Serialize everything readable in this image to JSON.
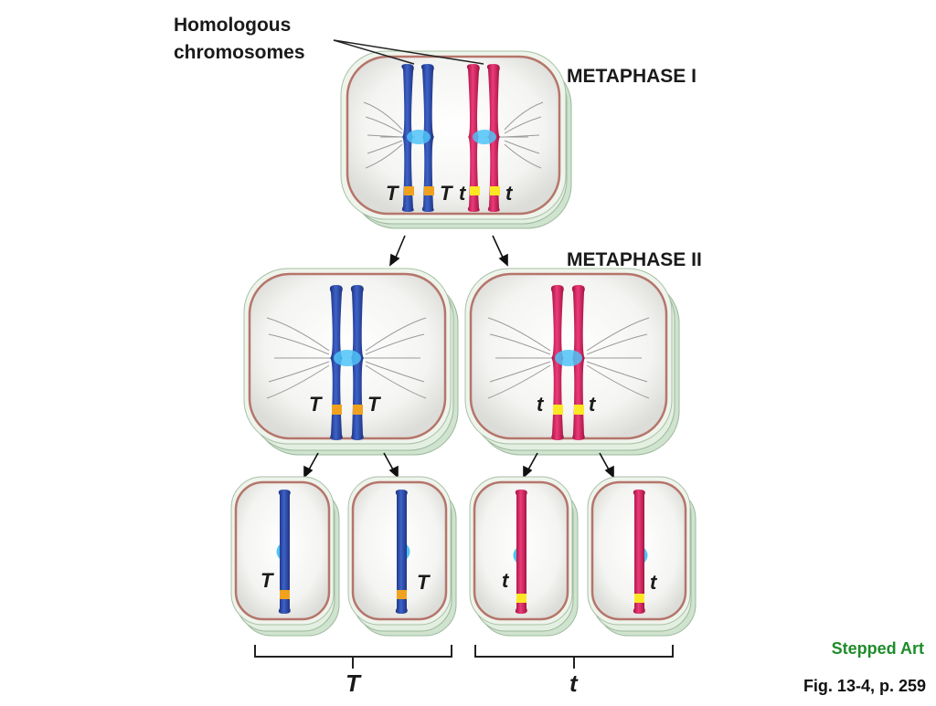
{
  "labels": {
    "homologous_line1": "Homologous",
    "homologous_line2": "chromosomes",
    "metaphase_1": "METAPHASE I",
    "metaphase_2": "METAPHASE II",
    "stepped_art": "Stepped Art",
    "figure_ref": "Fig. 13-4, p. 259"
  },
  "alleles": {
    "dominant": "T",
    "recessive": "t"
  },
  "colors": {
    "blue_chromosome": "#2a4aa6",
    "pink_chromosome": "#d81b5e",
    "orange_band": "#f0a21e",
    "yellow_band": "#fde725",
    "centromere": "#4fc3f7",
    "cell_border": "#b5756a",
    "cell_shadow": "#cfe3cf"
  }
}
